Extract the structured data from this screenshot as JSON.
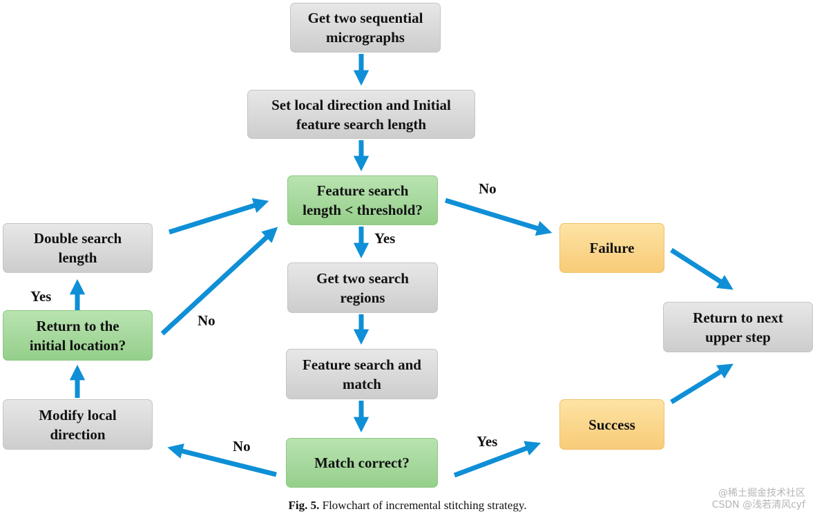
{
  "nodes": {
    "get_micrographs": "Get two sequential\nmicrographs",
    "set_direction": "Set local direction and Initial\nfeature search length",
    "length_threshold": "Feature search\nlength < threshold?",
    "failure": "Failure",
    "get_regions": "Get two search\nregions",
    "feature_match": "Feature search and\nmatch",
    "match_correct": "Match correct?",
    "success": "Success",
    "return_upper": "Return to next\nupper step",
    "double_length": "Double search\nlength",
    "return_initial": "Return to the\ninitial location?",
    "modify_direction": "Modify local\ndirection"
  },
  "edge_labels": {
    "threshold_no": "No",
    "threshold_yes": "Yes",
    "initial_yes": "Yes",
    "initial_no": "No",
    "match_no": "No",
    "match_yes": "Yes"
  },
  "caption": {
    "fig": "Fig. 5.",
    "text": "Flowchart of incremental stitching strategy."
  },
  "watermark": {
    "line1": "@稀土掘金技术社区",
    "line2": "CSDN @浅若清风cyf"
  },
  "colors": {
    "arrow": "#0f8fd6",
    "process": "#d6d6d6",
    "decision": "#a5d89b",
    "terminal": "#fad58c"
  }
}
